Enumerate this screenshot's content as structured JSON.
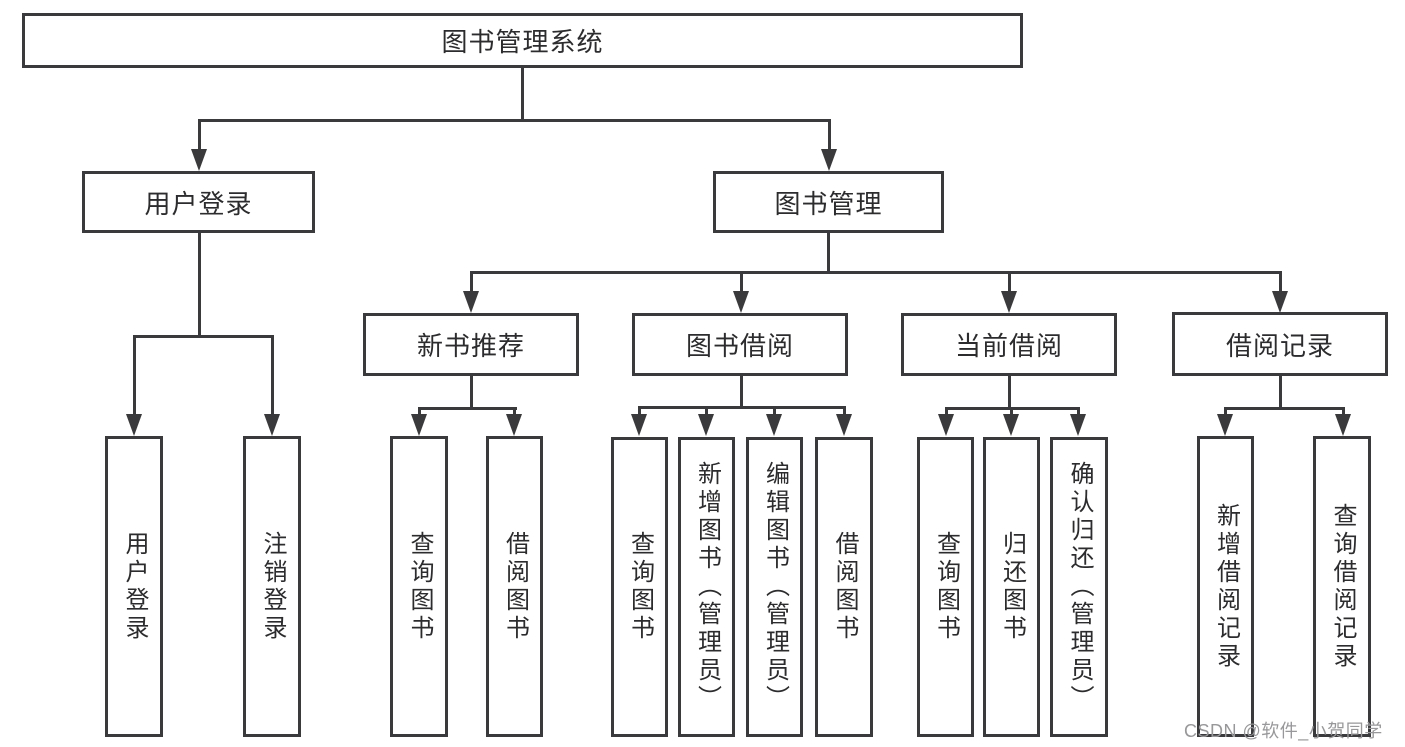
{
  "diagram": {
    "title_note": "functional structure tree",
    "root": {
      "label": "图书管理系统"
    },
    "branches": [
      {
        "label": "用户登录",
        "children": [
          "用户登录",
          "注销登录"
        ]
      },
      {
        "label": "图书管理",
        "groups": [
          {
            "label": "新书推荐",
            "children": [
              "查询图书",
              "借阅图书"
            ]
          },
          {
            "label": "图书借阅",
            "children": [
              "查询图书",
              "新增图书（管理员）",
              "编辑图书（管理员）",
              "借阅图书"
            ]
          },
          {
            "label": "当前借阅",
            "children": [
              "查询图书",
              "归还图书",
              "确认归还（管理员）"
            ]
          },
          {
            "label": "借阅记录",
            "children": [
              "新增借阅记录",
              "查询借阅记录"
            ]
          }
        ]
      }
    ],
    "colors": {
      "line": "#3a3a3c",
      "text": "#2c2c2e",
      "background": "#ffffff"
    }
  },
  "watermark": {
    "text": "CSDN @软件_小贺同学",
    "color": "#98989a"
  }
}
